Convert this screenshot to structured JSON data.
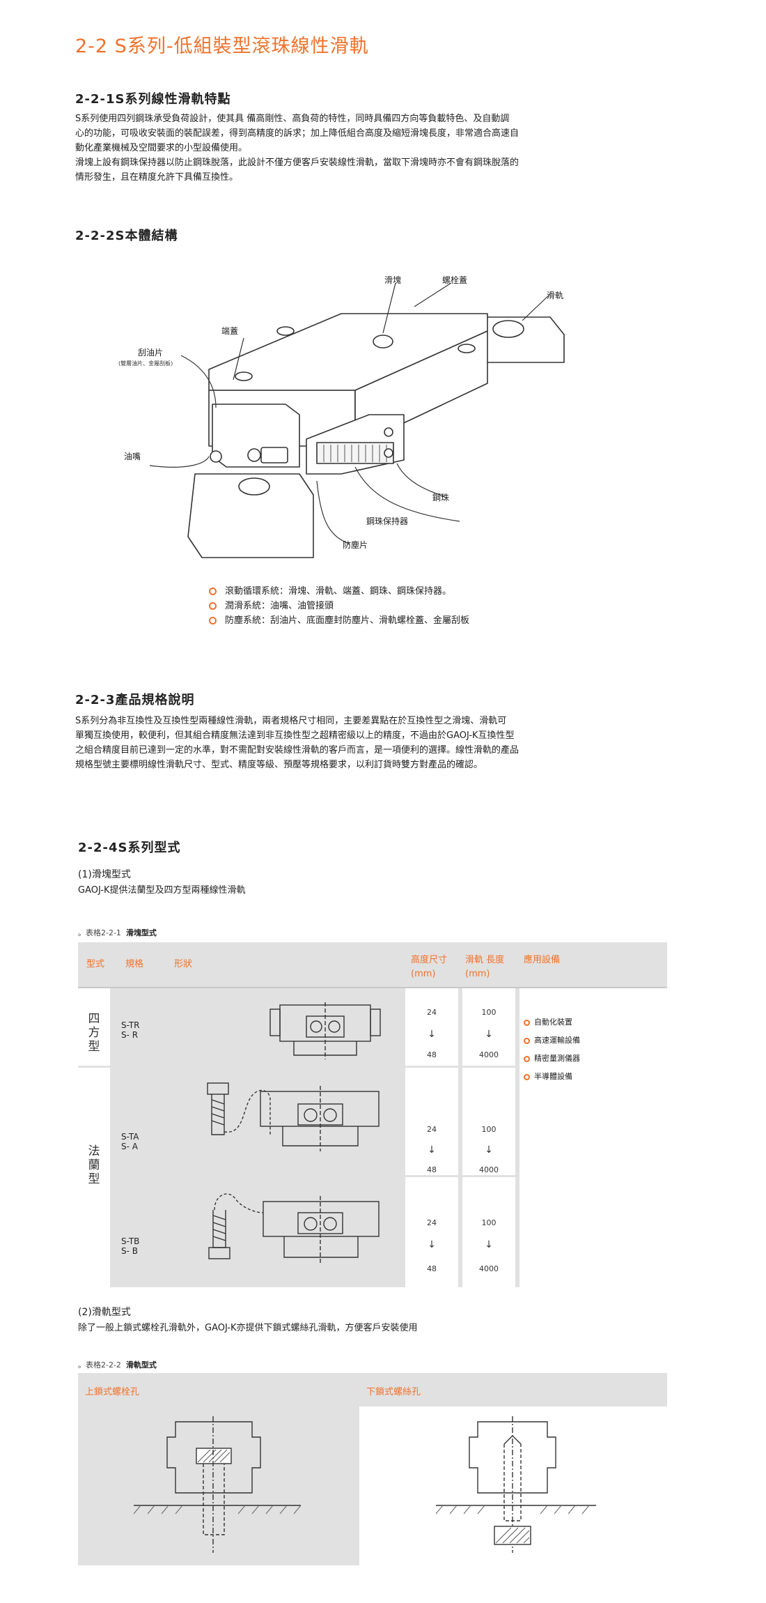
{
  "title": "2-2  S系列-低組裝型滾珠線性滑軌",
  "sec1": {
    "heading": "2-2-1S系列線性滑軌特點",
    "lines": [
      "S系列使用四列鋼珠承受負荷設計，使其具 備高剛性、高負荷的特性，同時具備四方向等負載特色、及自動調",
      "心的功能，可吸收安裝面的裝配誤差，得到高精度的訴求；加上降低組合高度及縮短滑塊長度，非常適合高速自",
      "動化產業機械及空間要求的小型設備使用。",
      "滑塊上設有鋼珠保持器以防止鋼珠脫落，此設計不僅方便客戶安裝線性滑軌，當取下滑塊時亦不會有鋼珠脫落的",
      "情形發生，且在精度允許下具備互換性。"
    ]
  },
  "sec2": {
    "heading": "2-2-2S本體結構",
    "labels": {
      "block": "滑塊",
      "bolt_cap": "螺栓蓋",
      "rail": "滑軌",
      "end_cap": "端蓋",
      "scraper": "刮油片",
      "scraper_note": "(雙層油片、金屬刮板)",
      "nipple": "油嘴",
      "ball": "鋼珠",
      "retainer": "鋼珠保持器",
      "dust": "防塵片"
    },
    "legend": [
      "滾動循環系統：滑塊、滑軌、端蓋、鋼珠、鋼珠保持器。",
      "潤滑系統：油嘴、油管接頭",
      "防塵系統：刮油片、底面塵封防塵片、滑軌螺栓蓋、金屬刮板"
    ]
  },
  "sec3": {
    "heading": "2-2-3產品規格說明",
    "lines": [
      "S系列分為非互換性及互換性型兩種線性滑軌，兩者規格尺寸相同，主要差異點在於互換性型之滑塊、滑軌可",
      "單獨互換使用，較便利，但其組合精度無法達到非互換性型之超精密級以上的精度，不過由於GAOJ-K互換性型",
      "之組合精度目前已達到一定的水準，對不需配對安裝線性滑軌的客戶而言，是一項便利的選擇。線性滑軌的產品",
      "規格型號主要標明線性滑軌尺寸、型式、精度等級、預壓等規格要求，以利訂貨時雙方對產品的確認。"
    ]
  },
  "sec4": {
    "heading": "2-2-4S系列型式",
    "sub1": "(1)滑塊型式",
    "sub1_desc": "GAOJ-K提供法蘭型及四方型兩種線性滑軌",
    "table1": {
      "caption_prefix": "表格2-2-1",
      "caption_name": "滑塊型式",
      "headers": {
        "type": "型式",
        "spec": "規格",
        "shape": "形狀",
        "height": "高度尺寸",
        "height_unit": "(mm)",
        "length": "滑軌 長度",
        "length_unit": "(mm)",
        "apps": "應用設備"
      },
      "group_square": "四方型",
      "group_flange": "法蘭型",
      "rows": [
        {
          "models": [
            "S-TR",
            "S- R"
          ],
          "h_min": "24",
          "h_max": "48",
          "l_min": "100",
          "l_max": "4000"
        },
        {
          "models": [
            "S-TA",
            "S- A"
          ],
          "h_min": "24",
          "h_max": "48",
          "l_min": "100",
          "l_max": "4000"
        },
        {
          "models": [
            "S-TB",
            "S- B"
          ],
          "h_min": "24",
          "h_max": "48",
          "l_min": "100",
          "l_max": "4000"
        }
      ],
      "arrow": "↓",
      "apps": [
        "自動化裝置",
        "高速運輸設備",
        "精密量測儀器",
        "半導體設備"
      ]
    },
    "sub2": "(2)滑軌型式",
    "sub2_desc": "除了一般上鎖式螺栓孔滑軌外，GAOJ-K亦提供下鎖式螺絲孔滑軌，方便客戶安裝使用",
    "table2": {
      "caption_prefix": "表格2-2-2",
      "caption_name": "滑軌型式",
      "left": "上鎖式螺栓孔",
      "right": "下鎖式螺絲孔"
    }
  },
  "colors": {
    "accent": "#f0712a",
    "table_bg": "#e1e1e1"
  }
}
